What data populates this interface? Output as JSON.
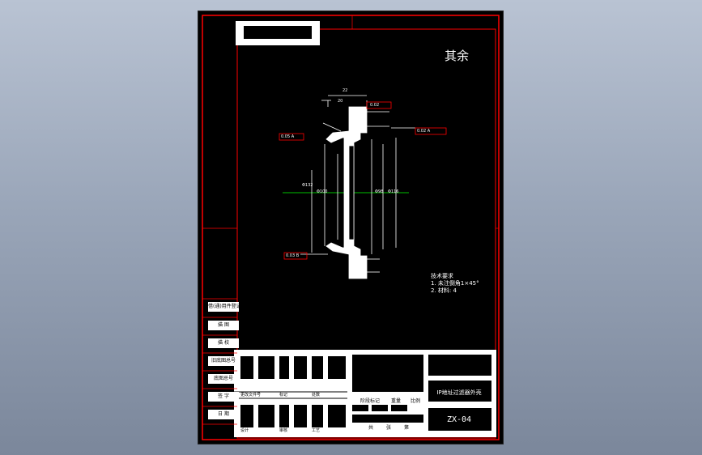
{
  "sheet": {
    "surface_mark": "其余",
    "tech_notes": {
      "title": "技术要求",
      "items": [
        "1. 未注倒角1×45°",
        "2. 材料: 4"
      ]
    },
    "side_labels": [
      "借(通)用件登记",
      "描  图",
      "描  校",
      "旧底图总号",
      "底图总号",
      "签  字",
      "日  期"
    ],
    "title_block": {
      "part_name": "IP地址过滤器外壳",
      "drawing_number": "ZX-04",
      "row_labels": [
        "更改文件号",
        "标记",
        "处数",
        "设计",
        "审核",
        "工艺"
      ],
      "small_labels": [
        "阶段标记",
        "重量",
        "比例",
        "共",
        "张",
        "第"
      ]
    },
    "dimensions": {
      "top_width": "22",
      "inner_width": "20",
      "diameters": [
        "Φ132",
        "Φ100",
        "Φ98",
        "Φ116"
      ],
      "callouts": [
        "0.05 A",
        "0.02 A",
        "0.03 B",
        "0.02"
      ]
    }
  },
  "colors": {
    "background": "#a4aec0",
    "sheet": "#000000",
    "frame": "#ff0000",
    "ink": "#ffffff",
    "centerline": "#00ff00"
  }
}
